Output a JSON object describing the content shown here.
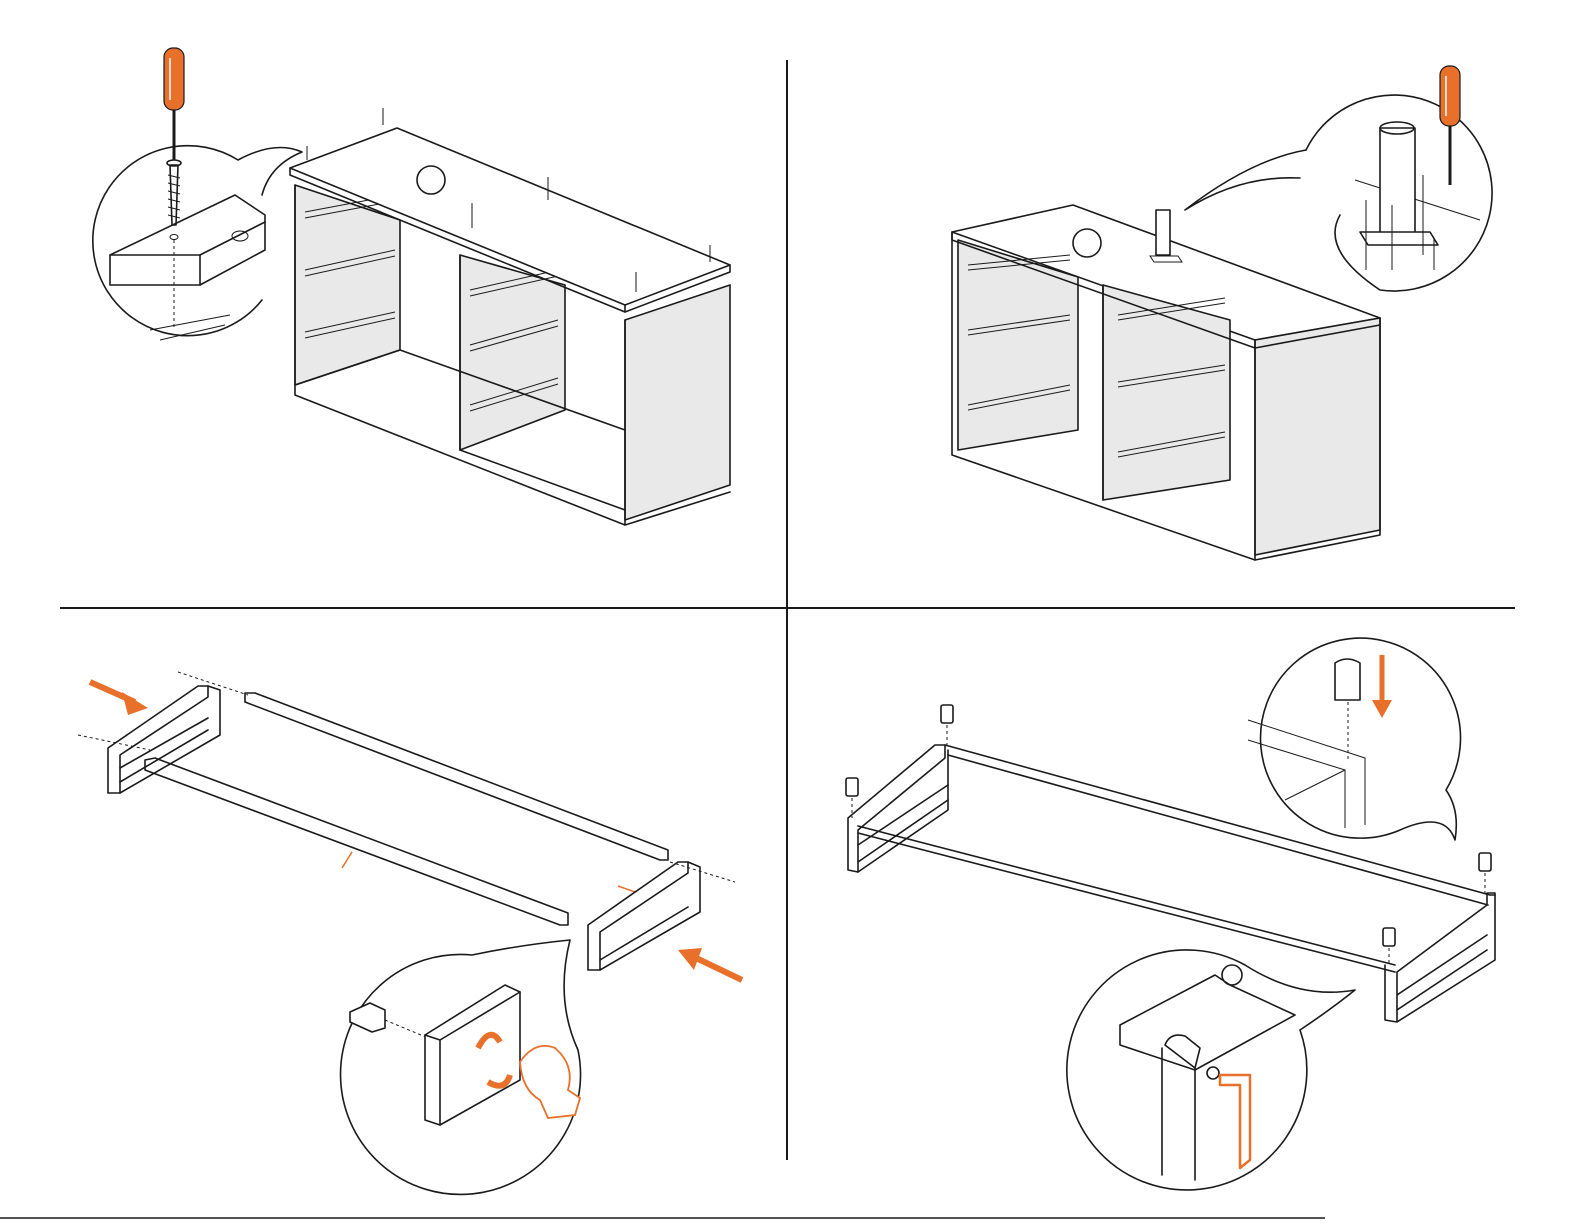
{
  "sheet": {
    "accent_color": "#e8702a",
    "line_color": "#1a1a1a",
    "panel_fill": "#e9e9e9",
    "steps": [
      {
        "id": "step-1",
        "illustration": "cabinet-top-screw-attach",
        "tool": "screwdriver-icon"
      },
      {
        "id": "step-2",
        "illustration": "cabinet-leg-mount",
        "tool": "screwdriver-icon"
      },
      {
        "id": "step-3",
        "illustration": "frame-rail-assembly",
        "tool": "hand-tighten-icon"
      },
      {
        "id": "step-4",
        "illustration": "frame-cap-and-hex-key",
        "tool": "hex-key-icon"
      }
    ]
  }
}
